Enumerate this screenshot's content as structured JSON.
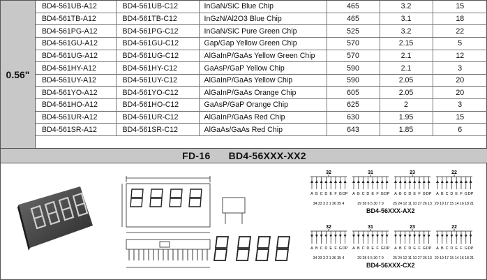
{
  "size_label": "0.56\"",
  "rows": [
    {
      "a": "BD4-561UB-A12",
      "c": "BD4-561UB-C12",
      "chip": "InGaN/SiC Blue Chip",
      "wl": "465",
      "vf": "3.2",
      "iv": "15"
    },
    {
      "a": "BD4-561TB-A12",
      "c": "BD4-561TB-C12",
      "chip": "InGzN/Al2O3 Blue Chip",
      "wl": "465",
      "vf": "3.1",
      "iv": "18"
    },
    {
      "a": "BD4-561PG-A12",
      "c": "BD4-561PG-C12",
      "chip": "InGaN/SiC Pure Green Chip",
      "wl": "525",
      "vf": "3.2",
      "iv": "22"
    },
    {
      "a": "BD4-561GU-A12",
      "c": "BD4-561GU-C12",
      "chip": "Gap/Gap Yellow Green Chip",
      "wl": "570",
      "vf": "2.15",
      "iv": "5"
    },
    {
      "a": "BD4-561UG-A12",
      "c": "BD4-561UG-C12",
      "chip": "AlGaInP/GaAs Yellow Green Chip",
      "wl": "570",
      "vf": "2.1",
      "iv": "12"
    },
    {
      "a": "BD4-561HY-A12",
      "c": "BD4-561HY-C12",
      "chip": "GaAsP/GaP Yellow Chip",
      "wl": "590",
      "vf": "2.1",
      "iv": "3"
    },
    {
      "a": "BD4-561UY-A12",
      "c": "BD4-561UY-C12",
      "chip": "AlGaInP/GaAs Yellow Chip",
      "wl": "590",
      "vf": "2.05",
      "iv": "20"
    },
    {
      "a": "BD4-561YO-A12",
      "c": "BD4-561YO-C12",
      "chip": "AlGaInP/GaAs Orange Chip",
      "wl": "605",
      "vf": "2.05",
      "iv": "20"
    },
    {
      "a": "BD4-561HO-A12",
      "c": "BD4-561HO-C12",
      "chip": "GaAsP/GaP Orange Chip",
      "wl": "625",
      "vf": "2",
      "iv": "3"
    },
    {
      "a": "BD4-561UR-A12",
      "c": "BD4-561UR-C12",
      "chip": "AlGaInP/GaAs Red Chip",
      "wl": "630",
      "vf": "1.95",
      "iv": "15"
    },
    {
      "a": "BD4-561SR-A12",
      "c": "BD4-561SR-C12",
      "chip": "AlGaAs/GaAs Red Chip",
      "wl": "643",
      "vf": "1.85",
      "iv": "6"
    }
  ],
  "band": {
    "package": "FD-16",
    "series": "BD4-56XXX-XX2"
  },
  "pinout": {
    "digit_numbers": [
      "32",
      "31",
      "23",
      "22"
    ],
    "segments": [
      "A",
      "B",
      "C",
      "D",
      "E",
      "F",
      "G",
      "DP"
    ],
    "pin_rows": [
      "34 33 3 2 1 36 35 4",
      "29 28 6 5 30 7 9",
      "25 24 12 11 10 27 26 13",
      "20 19 17 15 14 16 18 21"
    ],
    "caption_a": "BD4-56XXX-AX2",
    "caption_b": "BD4-56XXX-CX2"
  }
}
